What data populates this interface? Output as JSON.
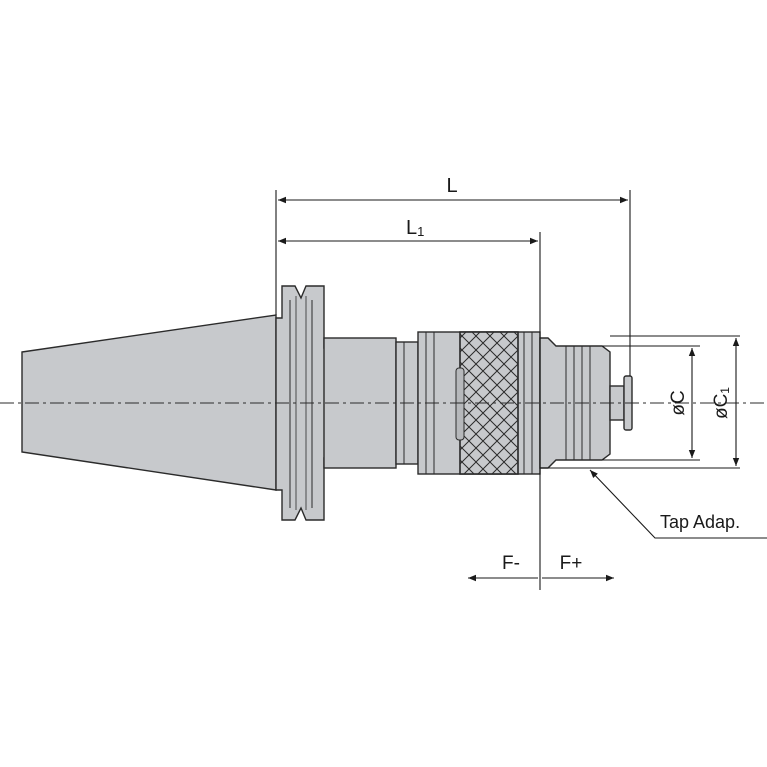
{
  "dimensions": {
    "L": "L",
    "L1": "L",
    "L1_sub": "1",
    "C": "øC",
    "C1": "øC",
    "C1_sub": "1",
    "F_minus": "F-",
    "F_plus": "F+"
  },
  "callouts": {
    "tap_adapter": "Tap Adap."
  },
  "colors": {
    "body_fill": "#c7c9cc",
    "body_shade": "#b6b8bb",
    "outline": "#2b2b2b",
    "dim_line": "#1a1a1a",
    "background": "#ffffff"
  }
}
